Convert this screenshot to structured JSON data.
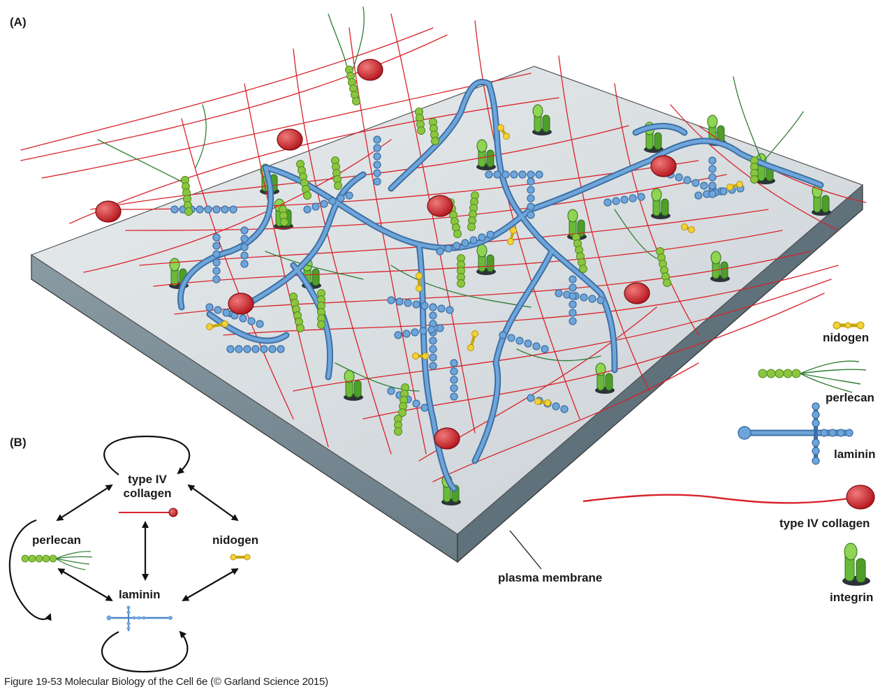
{
  "panel_a": {
    "label": "(A)",
    "legend": {
      "nidogen": "nidogen",
      "perlecan": "perlecan",
      "laminin": "laminin",
      "type_iv_collagen": "type IV collagen",
      "integrin": "integrin"
    },
    "membrane_label": "plasma membrane"
  },
  "panel_b": {
    "label": "(B)",
    "nodes": {
      "collagen_line1": "type IV",
      "collagen_line2": "collagen",
      "perlecan": "perlecan",
      "nidogen": "nidogen",
      "laminin": "laminin"
    }
  },
  "caption": "Figure 19-53  Molecular Biology of the Cell 6e (© Garland Science 2015)",
  "colors": {
    "collagen": "#d8232a",
    "laminin": "#5b93c9",
    "perlecan": "#8cc63f",
    "perlecan_strand": "#2e7d32",
    "nidogen": "#f2d13a",
    "integrin": "#3f9a2c",
    "membrane_top": "#d9dee2",
    "membrane_side": "#7d8f99"
  }
}
